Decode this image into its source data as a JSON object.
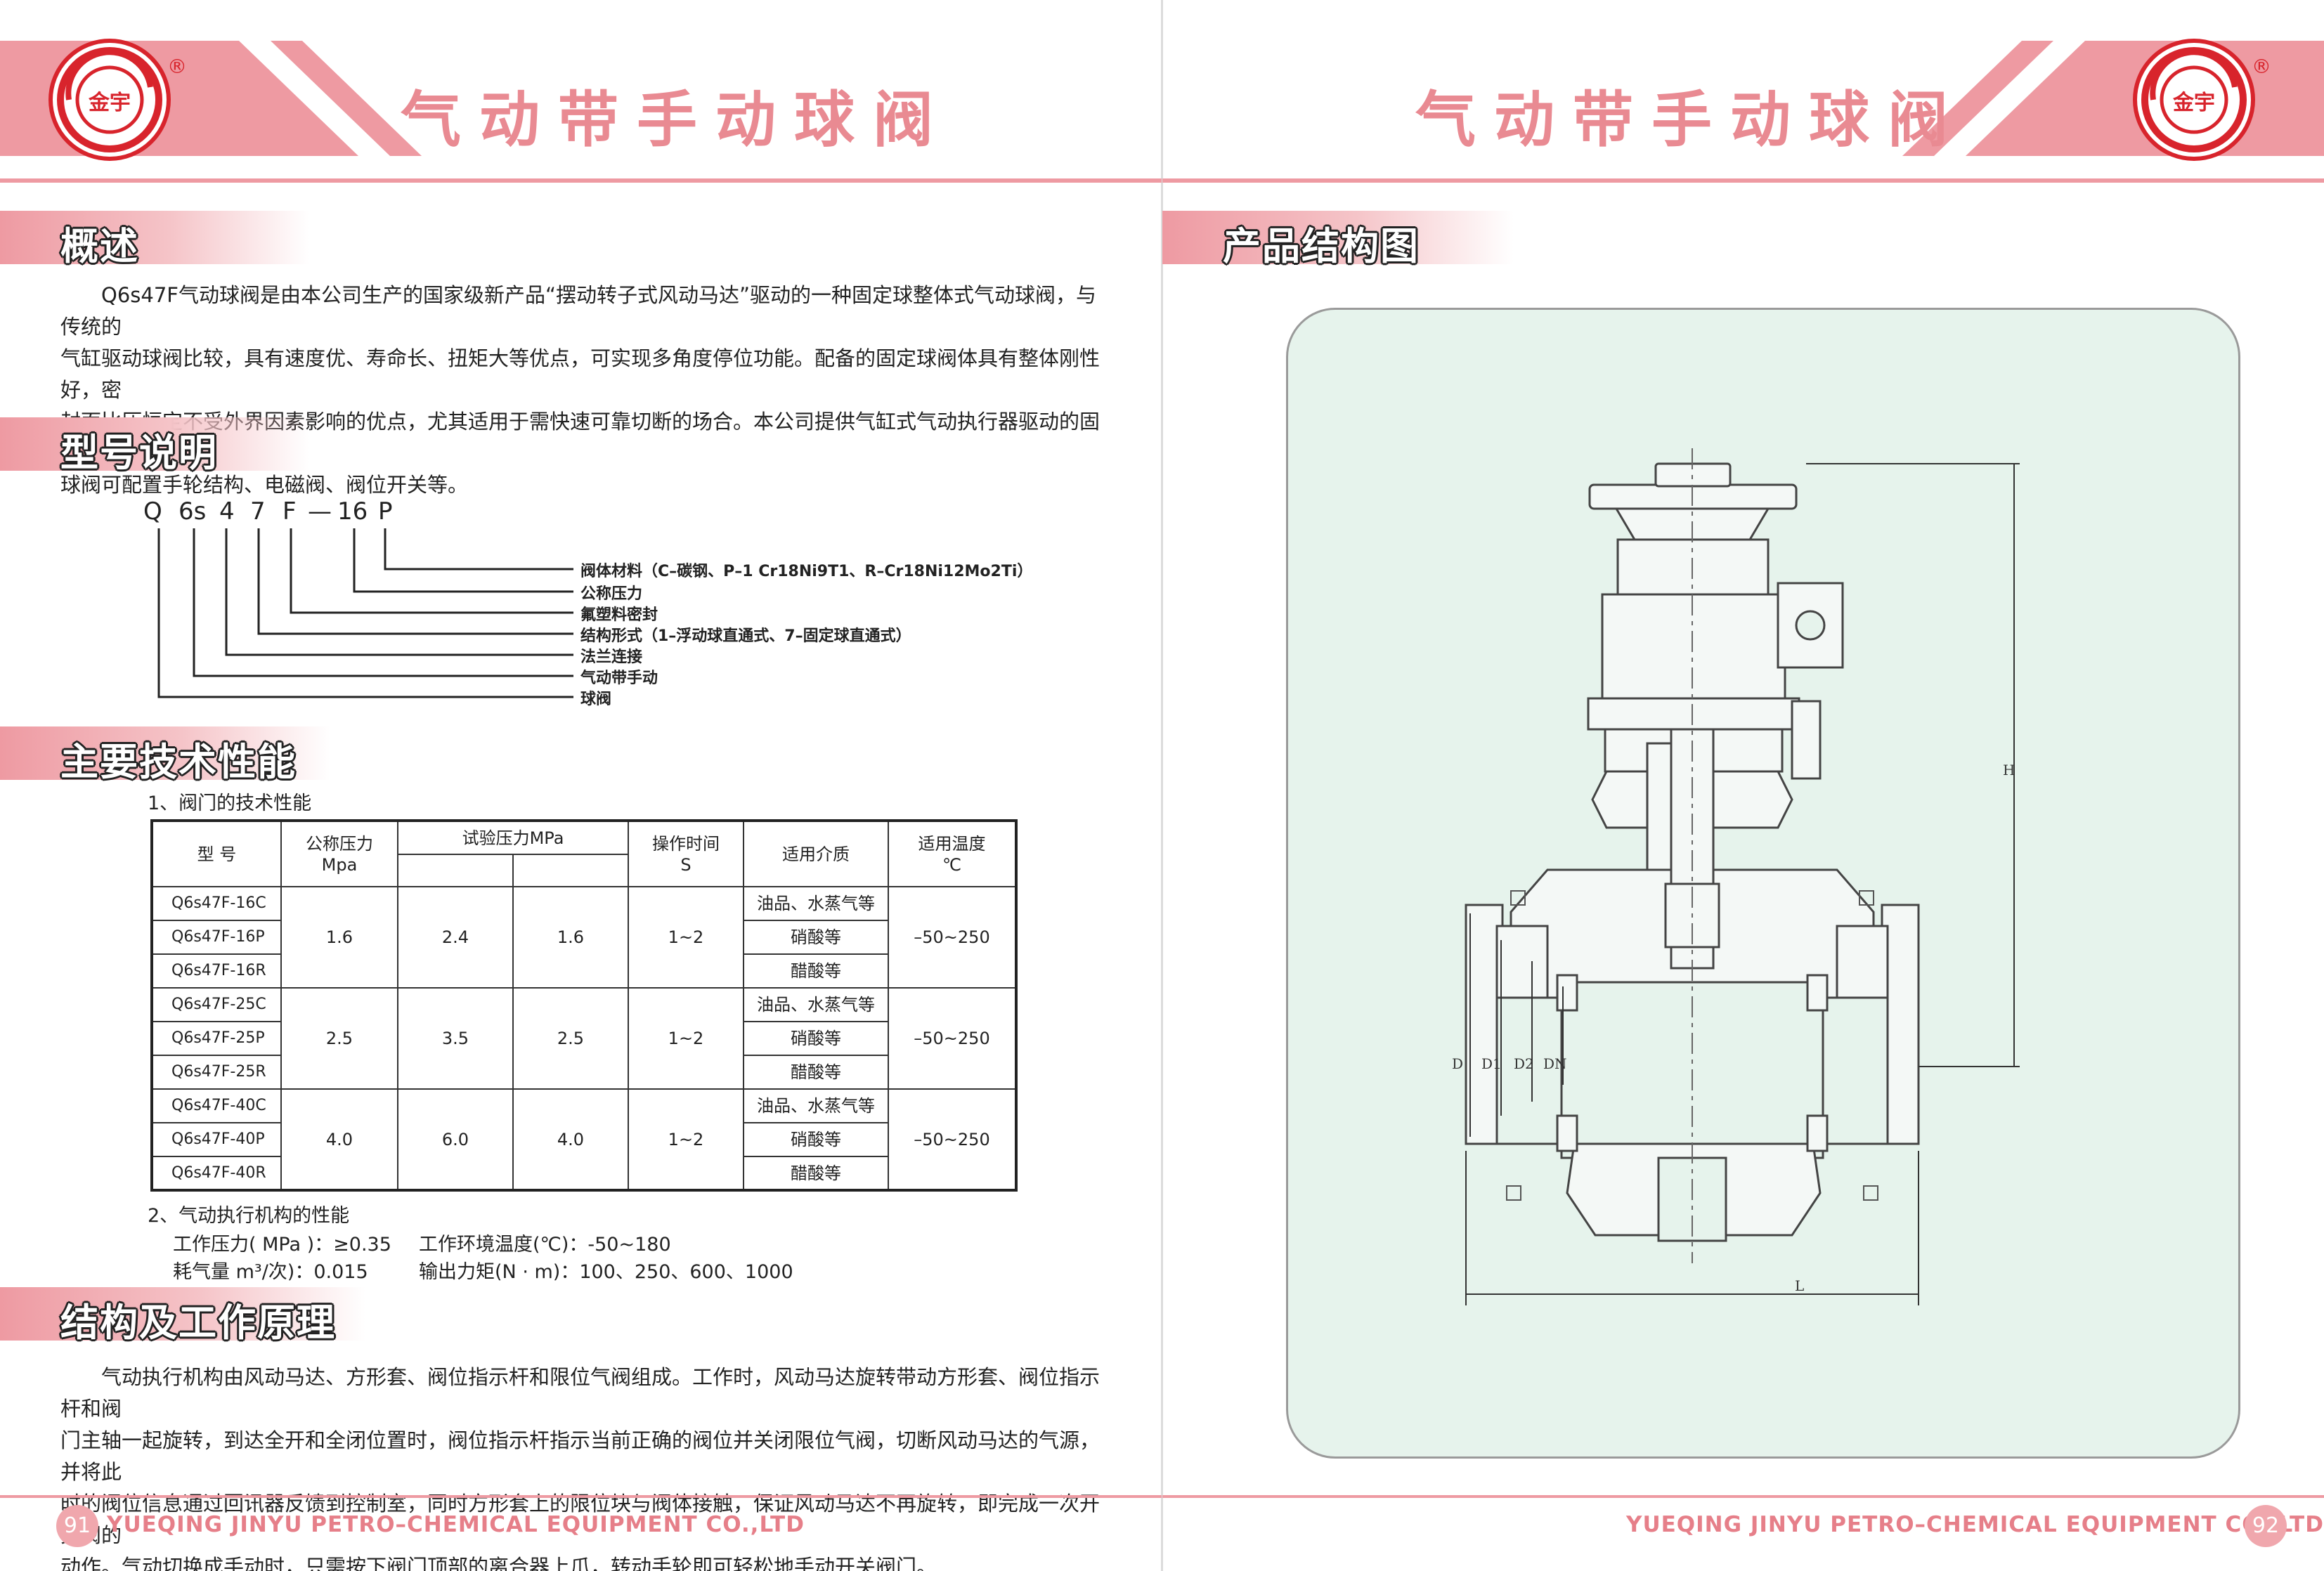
{
  "title": "气动带手动球阀",
  "brand": {
    "logo_text": "金宇",
    "registered_mark": "®",
    "colors": {
      "accent": "#ee9aa2",
      "title": "#e98a92",
      "logo_red": "#d8242c"
    }
  },
  "sections": {
    "overview": {
      "heading": "概述",
      "body": [
        "Q6s47F气动球阀是由本公司生产的国家级新产品“摆动转子式风动马达”驱动的一种固定球整体式气动球阀，与传统的",
        "气缸驱动球阀比较，具有速度优、寿命长、扭矩大等优点，可实现多角度停位功能。配备的固定球阀体具有整体刚性好，密",
        "封面比压恒定不受外界因素影响的优点，尤其适用于需快速可靠切断的场合。本公司提供气缸式气动执行器驱动的固定式",
        "球阀可配置手轮结构、电磁阀、阀位开关等。"
      ]
    },
    "model": {
      "heading": "型号说明",
      "code_parts": [
        "Q",
        "6s",
        "4",
        "7",
        "F",
        "—",
        "16",
        "P"
      ],
      "labels": [
        "阀体材料（C–碳钢、P–1 Cr18Ni9T1、R–Cr18Ni12Mo2Ti）",
        "公称压力",
        "氟塑料密封",
        "结构形式（1–浮动球直通式、7–固定球直通式）",
        "法兰连接",
        "气动带手动",
        "球阀"
      ]
    },
    "performance": {
      "heading": "主要技术性能",
      "sub1": "1、阀门的技术性能",
      "table": {
        "headers": {
          "model": "型  号",
          "nominal": "公称压力",
          "nominal_unit": "Mpa",
          "test": "试验压力MPa",
          "op_time": "操作时间",
          "op_time_unit": "S",
          "medium": "适用介质",
          "temp": "适用温度",
          "temp_unit": "℃"
        },
        "groups": [
          {
            "models": [
              "Q6s47F-16C",
              "Q6s47F-16P",
              "Q6s47F-16R"
            ],
            "nominal": "1.6",
            "test1": "2.4",
            "test2": "1.6",
            "time": "1~2",
            "media": [
              "油品、水蒸气等",
              "硝酸等",
              "醋酸等"
            ],
            "temp": "–50~250"
          },
          {
            "models": [
              "Q6s47F-25C",
              "Q6s47F-25P",
              "Q6s47F-25R"
            ],
            "nominal": "2.5",
            "test1": "3.5",
            "test2": "2.5",
            "time": "1~2",
            "media": [
              "油品、水蒸气等",
              "硝酸等",
              "醋酸等"
            ],
            "temp": "–50~250"
          },
          {
            "models": [
              "Q6s47F-40C",
              "Q6s47F-40P",
              "Q6s47F-40R"
            ],
            "nominal": "4.0",
            "test1": "6.0",
            "test2": "4.0",
            "time": "1~2",
            "media": [
              "油品、水蒸气等",
              "硝酸等",
              "醋酸等"
            ],
            "temp": "–50~250"
          }
        ]
      },
      "sub2": "2、气动执行机构的性能",
      "actuator": {
        "pressure": "工作压力( MPa )：≥0.35",
        "ambient": "工作环境温度(℃)：-50~180",
        "air": "耗气量 m³/次)：0.015",
        "torque": "输出力矩(N · m)：100、250、600、1000"
      }
    },
    "principle": {
      "heading": "结构及工作原理",
      "body": [
        "气动执行机构由风动马达、方形套、阀位指示杆和限位气阀组成。工作时，风动马达旋转带动方形套、阀位指示杆和阀",
        "门主轴一起旋转，到达全开和全闭位置时，阀位指示杆指示当前正确的阀位并关闭限位气阀，切断风动马达的气源，并将此",
        "时的阀位信息通过回讯器反馈到控制室，同时方形套上的限位块与阀体接触，保证风动马达不再旋转，即完成一次开关阀的",
        "动作。气动切换成手动时，只需按下阀门顶部的离合器上爪，转动手轮即可轻松地手动开关阀门。"
      ]
    },
    "structure": {
      "heading": "产品结构图",
      "dims": {
        "D": "D",
        "D1": "D1",
        "D2": "D2",
        "DN": "DN",
        "H": "H",
        "L": "L"
      }
    }
  },
  "footer": {
    "company": "YUEQING JINYU PETRO–CHEMICAL EQUIPMENT CO.,LTD",
    "page_left": "91",
    "page_right": "92"
  }
}
